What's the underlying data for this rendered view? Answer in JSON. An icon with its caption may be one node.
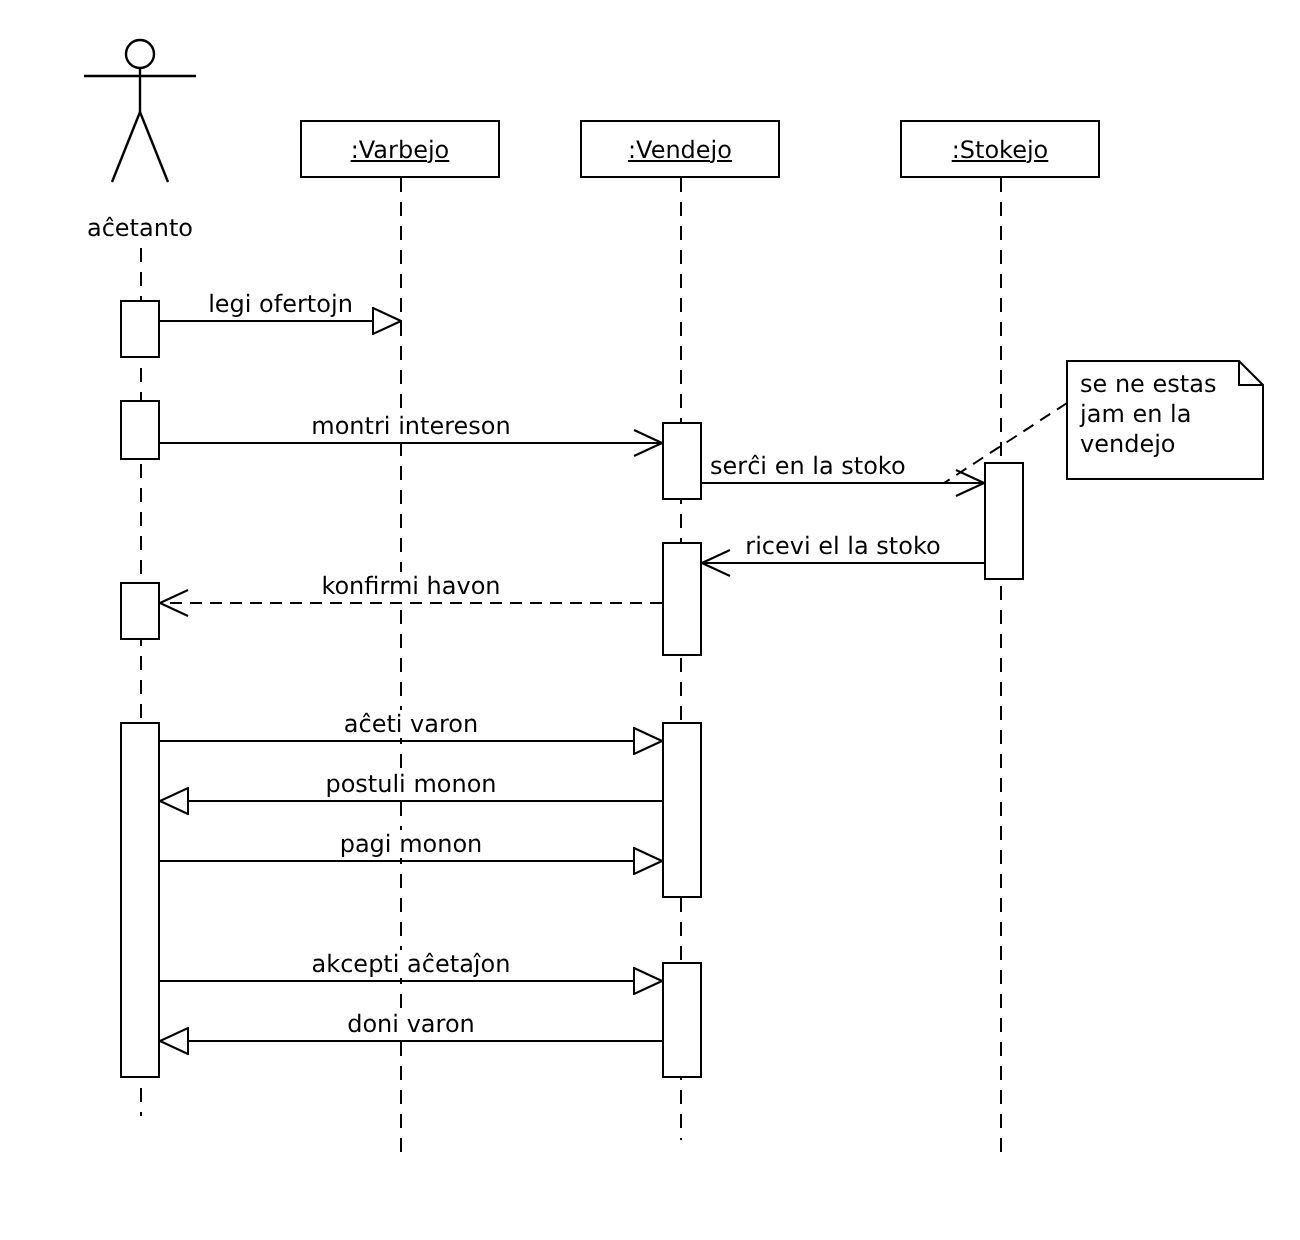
{
  "diagram": {
    "nodes": [
      {
        "text": [
          "aĉetanto"
        ]
      },
      {
        "text": [
          ":Varbejo"
        ]
      },
      {
        "text": [
          ":Vendejo"
        ]
      },
      {
        "text": [
          ":Stokejo"
        ]
      },
      {
        "text": [
          "se ne estas jam en la vendejo"
        ]
      },
      {
        "text": [],
        "shape": "bar"
      },
      {
        "text": [],
        "shape": "bar"
      },
      {
        "text": [],
        "shape": "bar"
      },
      {
        "text": [],
        "shape": "bar"
      },
      {
        "text": [],
        "shape": "bar"
      },
      {
        "text": [],
        "shape": "bar"
      },
      {
        "text": [],
        "shape": "bar"
      },
      {
        "text": [],
        "shape": "bar"
      },
      {
        "text": [],
        "shape": "bar"
      }
    ],
    "edges": [
      {
        "from": 5,
        "to": 1,
        "label": "legi ofertojn",
        "arrow": "to"
      },
      {
        "from": 6,
        "to": 7,
        "label": "montri intereson",
        "arrow": "to"
      },
      {
        "from": 7,
        "to": 8,
        "label": "serĉi en la stoko",
        "arrow": "to"
      },
      {
        "from": 8,
        "to": 9,
        "label": "ricevi el la stoko",
        "arrow": "to"
      },
      {
        "from": 9,
        "to": 10,
        "label": "konfirmi havon",
        "arrow": "to",
        "style": "dashed"
      },
      {
        "from": 11,
        "to": 12,
        "label": "aĉeti varon",
        "arrow": "to"
      },
      {
        "from": 12,
        "to": 11,
        "label": "postuli monon",
        "arrow": "to"
      },
      {
        "from": 11,
        "to": 12,
        "label": "pagi monon",
        "arrow": "to"
      },
      {
        "from": 11,
        "to": 13,
        "label": "akcepti aĉetaĵon",
        "arrow": "to"
      },
      {
        "from": 13,
        "to": 11,
        "label": "doni varon",
        "arrow": "to"
      },
      {
        "from": 4,
        "to": null,
        "arrow": "none",
        "style": "dashed"
      }
    ]
  }
}
